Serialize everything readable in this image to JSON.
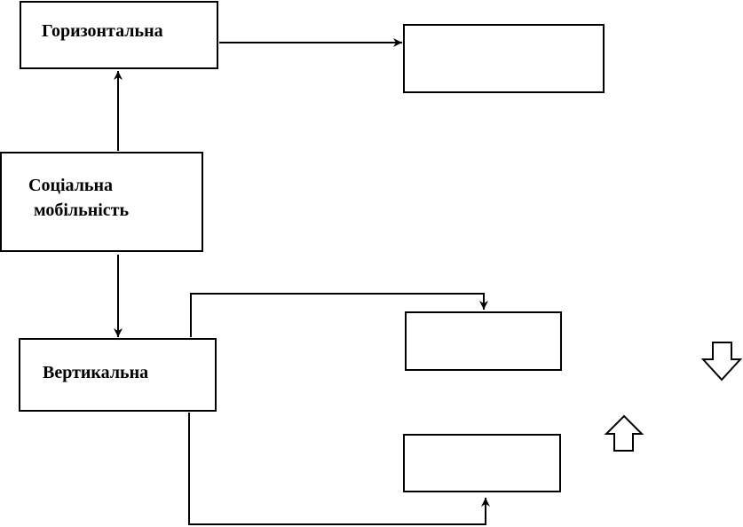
{
  "diagram": {
    "nodes": {
      "horizontal": {
        "label": "Горизонтальна"
      },
      "social": {
        "line1": "Соціальна",
        "line2": "мобільність"
      },
      "vertical": {
        "label": "Вертикальна"
      }
    },
    "colors": {
      "stroke": "#000000",
      "background": "#ffffff"
    },
    "icons": [
      "arrow-down-outline-icon",
      "arrow-up-outline-icon"
    ]
  }
}
